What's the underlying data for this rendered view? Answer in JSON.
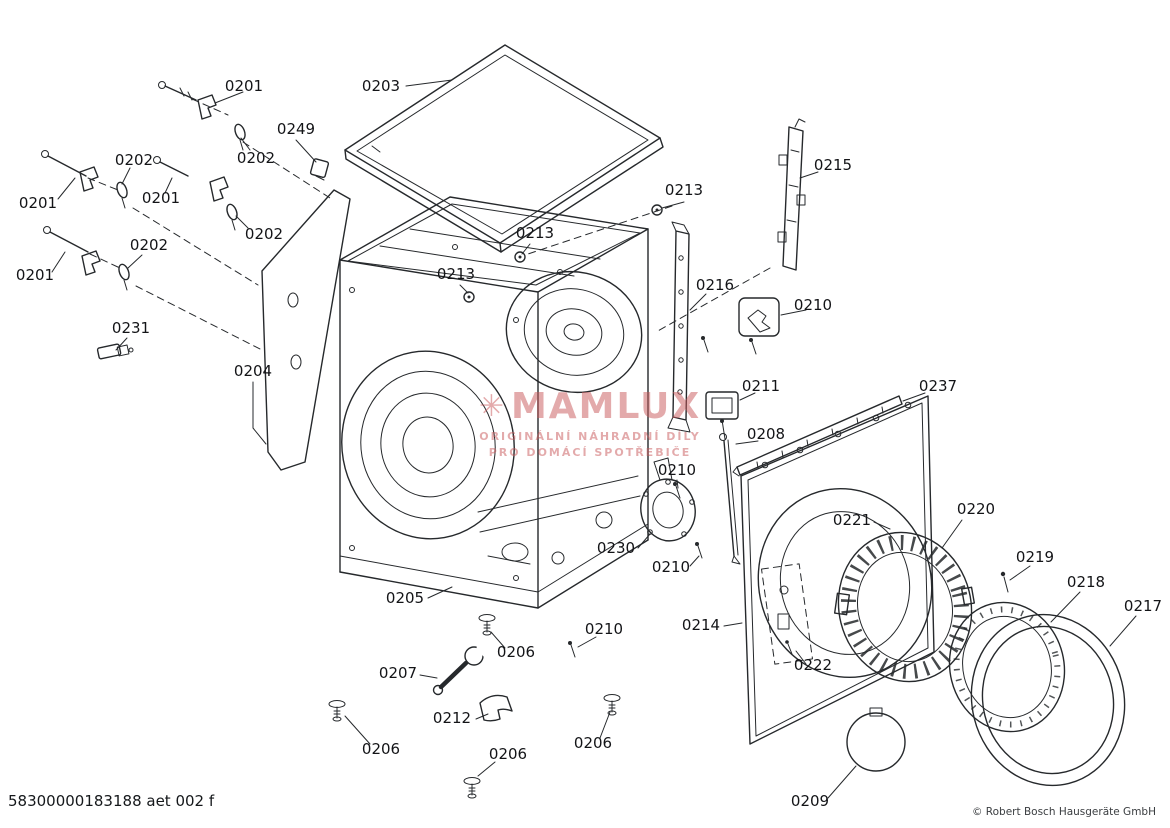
{
  "meta": {
    "doc_number": "58300000183188 aet 002 f",
    "copyright": "© Robert Bosch Hausgeräte GmbH"
  },
  "watermark": {
    "brand": "MAMLUX",
    "line1": "ORIGINÁLNÍ NÁHRADNÍ DÍLY",
    "line2": "PRO DOMÁCÍ SPOTŘEBIČE",
    "color": "#c9575a"
  },
  "icons": {
    "watermark_gear": "✳"
  },
  "colors": {
    "line": "#26292c",
    "label": "#131417"
  },
  "labels": [
    "0201",
    "0203",
    "0249",
    "0202",
    "0202",
    "0201",
    "0201",
    "0202",
    "0202",
    "0201",
    "0231",
    "0204",
    "0213",
    "0213",
    "0213",
    "0215",
    "0216",
    "0210",
    "0211",
    "0237",
    "0208",
    "0210",
    "0230",
    "0210",
    "0221",
    "0220",
    "0219",
    "0218",
    "0217",
    "0205",
    "0206",
    "0210",
    "0207",
    "0212",
    "0214",
    "0222",
    "0206",
    "0206",
    "0206",
    "0209"
  ]
}
